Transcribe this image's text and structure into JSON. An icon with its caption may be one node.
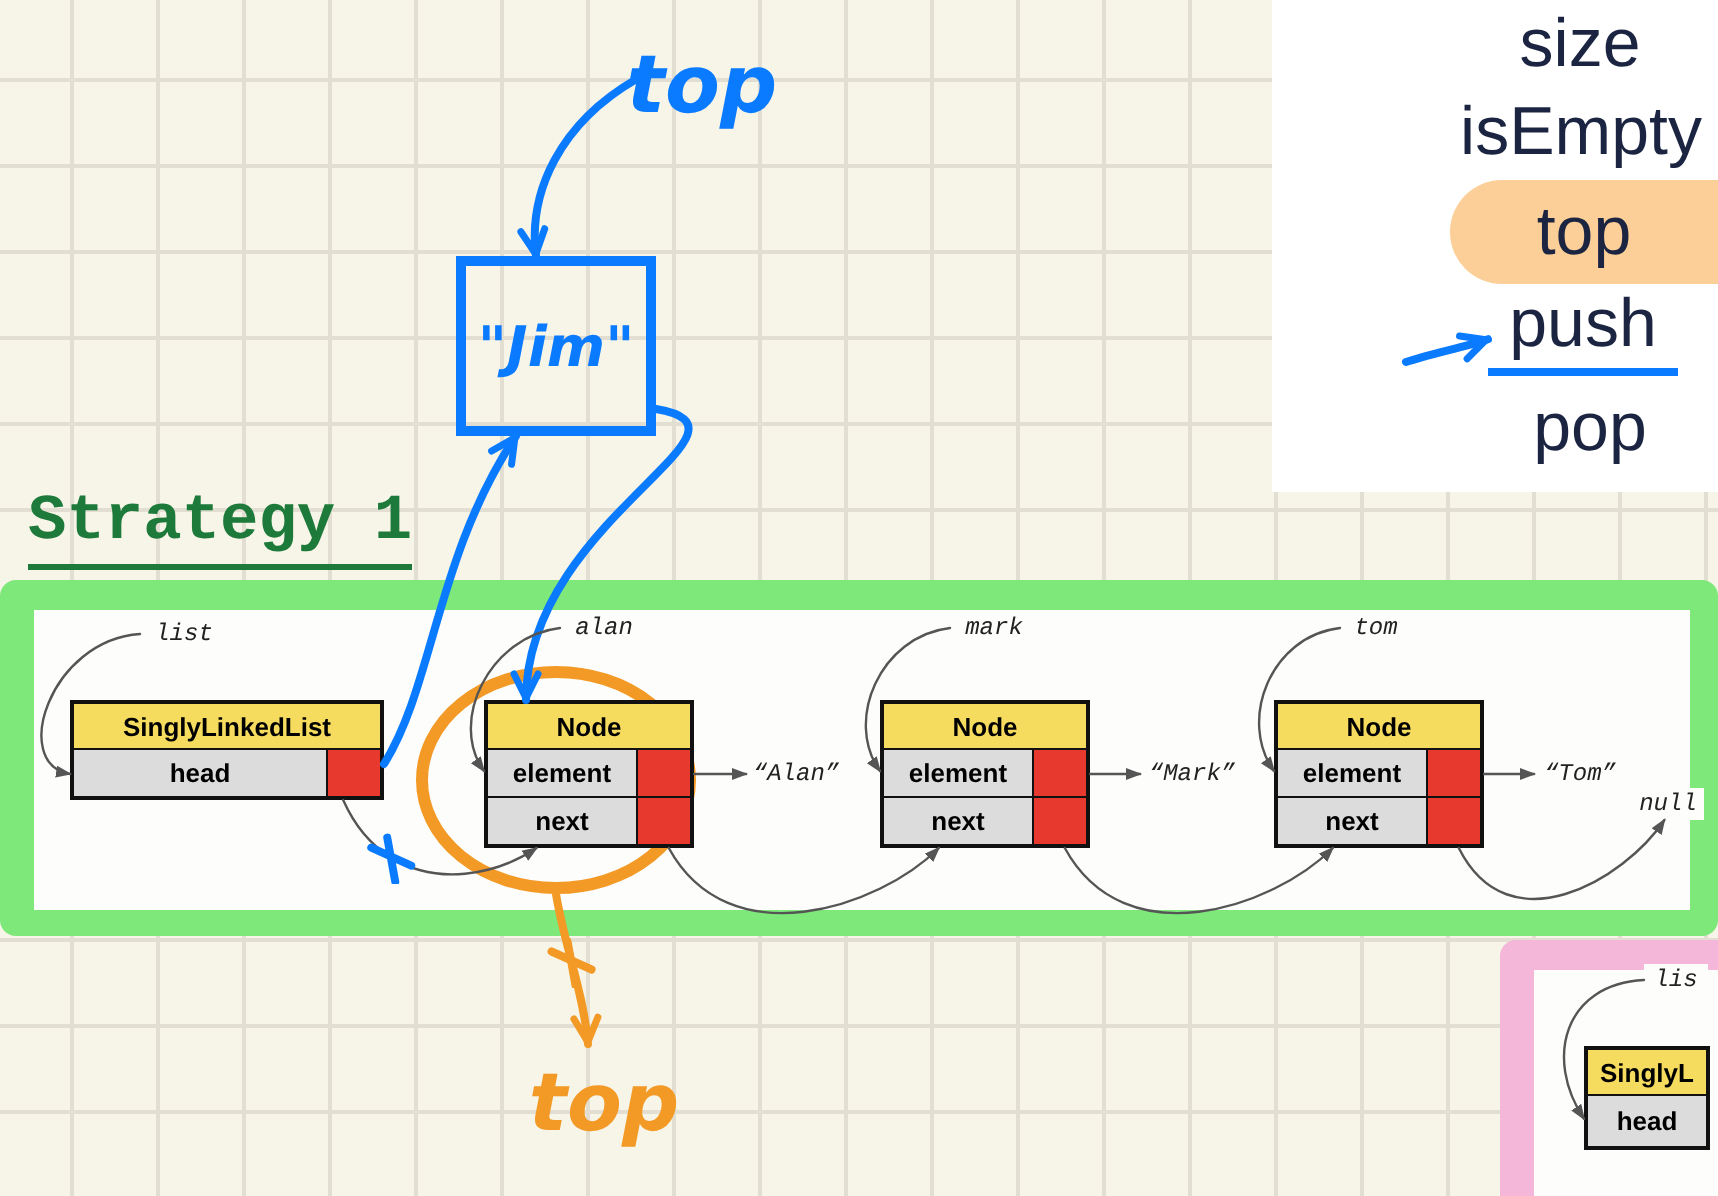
{
  "diagram": {
    "nodes": [
      {
        "text": [
          "top"
        ]
      },
      {
        "text": [
          "\"Jim\""
        ]
      },
      {
        "text": [
          "Strategy 1"
        ]
      },
      {
        "text": [
          "list"
        ],
        "in": 2
      },
      {
        "text": [
          "SinglyLinkedList",
          "head"
        ],
        "in": 2
      },
      {
        "text": [
          "alan"
        ],
        "in": 2
      },
      {
        "text": [
          "Node",
          "element",
          "next"
        ],
        "in": 15
      },
      {
        "text": [
          "“Alan”"
        ],
        "in": 2
      },
      {
        "text": [
          "mark"
        ],
        "in": 2
      },
      {
        "text": [
          "Node",
          "element",
          "next"
        ],
        "in": 2
      },
      {
        "text": [
          "“Mark”"
        ],
        "in": 2
      },
      {
        "text": [
          "tom"
        ],
        "in": 2
      },
      {
        "text": [
          "Node",
          "element",
          "next"
        ],
        "in": 2
      },
      {
        "text": [
          "“Tom”"
        ],
        "in": 2
      },
      {
        "text": [
          "null"
        ],
        "in": 2
      },
      {
        "text": [],
        "shape": "circle",
        "in": 2
      },
      {
        "text": [
          "top"
        ]
      },
      {
        "text": [],
        "shape": "box"
      },
      {
        "text": [
          "size"
        ],
        "in": 17
      },
      {
        "text": [
          "isEmpty"
        ],
        "in": 17
      },
      {
        "text": [
          "top"
        ],
        "in": 17
      },
      {
        "text": [
          "push"
        ],
        "in": 17
      },
      {
        "text": [
          "pop"
        ],
        "in": 17
      },
      {
        "text": [],
        "shape": "box"
      },
      {
        "text": [
          "lis"
        ],
        "in": 23
      },
      {
        "text": [
          "SinglyL",
          "head"
        ],
        "in": 23
      }
    ],
    "edges": [
      {
        "from": 0,
        "to": 1,
        "arrow": "to",
        "style": "thick",
        "color": "#0a7bff"
      },
      {
        "from": 4,
        "to": 1,
        "arrow": "to",
        "style": "thick",
        "color": "#0a7bff"
      },
      {
        "from": 1,
        "to": 6,
        "arrow": "to",
        "style": "thick",
        "color": "#0a7bff"
      },
      {
        "from": 3,
        "to": 4,
        "arrow": "to"
      },
      {
        "from": 4,
        "to": 6,
        "arrow": "to"
      },
      {
        "from": 5,
        "to": 6,
        "arrow": "to"
      },
      {
        "from": 6,
        "to": 7,
        "arrow": "to"
      },
      {
        "from": 6,
        "to": 9,
        "arrow": "to"
      },
      {
        "from": 8,
        "to": 9,
        "arrow": "to"
      },
      {
        "from": 9,
        "to": 10,
        "arrow": "to"
      },
      {
        "from": 9,
        "to": 12,
        "arrow": "to"
      },
      {
        "from": 11,
        "to": 12,
        "arrow": "to"
      },
      {
        "from": 12,
        "to": 13,
        "arrow": "to"
      },
      {
        "from": 12,
        "to": 14,
        "arrow": "to"
      },
      {
        "from": 15,
        "to": 16,
        "arrow": "to",
        "style": "thick",
        "color": "#f39a26"
      },
      {
        "from": null,
        "to": 21,
        "arrow": "to",
        "style": "thick",
        "color": "#0a7bff"
      },
      {
        "from": 24,
        "to": 25,
        "arrow": "to"
      }
    ]
  }
}
